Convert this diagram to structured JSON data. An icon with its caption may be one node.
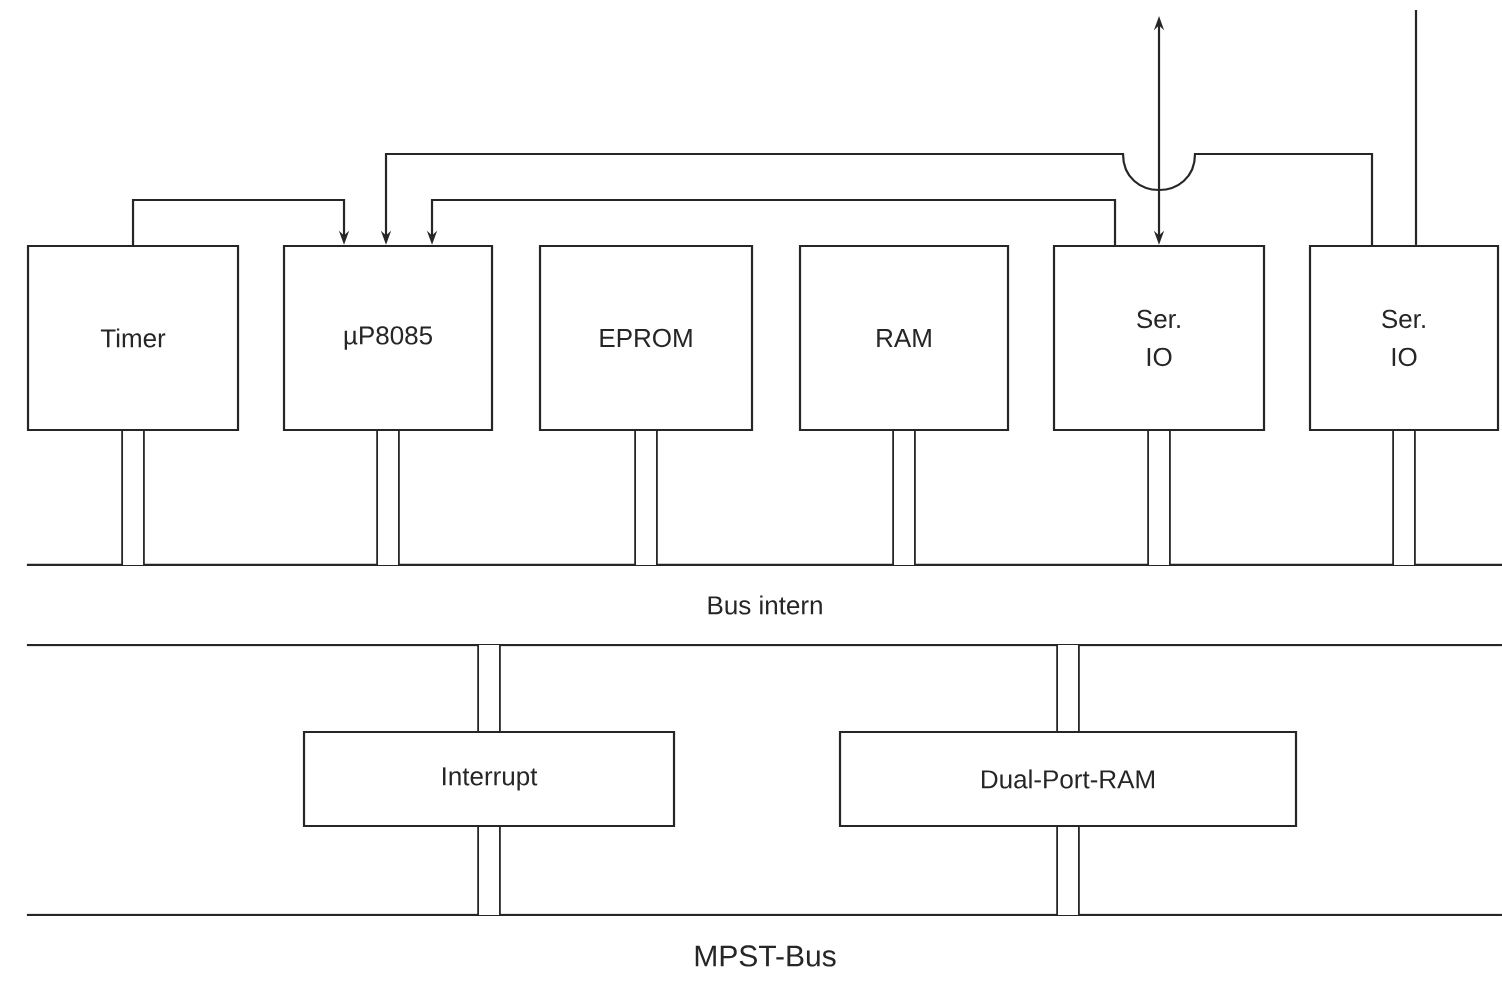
{
  "diagram": {
    "nodes": [
      {
        "text": [
          "Timer"
        ]
      },
      {
        "text": [
          "µP8085"
        ]
      },
      {
        "text": [
          "EPROM"
        ]
      },
      {
        "text": [
          "RAM"
        ]
      },
      {
        "text": [
          "Ser. IO"
        ]
      },
      {
        "text": [
          "Ser. IO"
        ]
      },
      {
        "text": [
          "Interrupt"
        ]
      },
      {
        "text": [
          "Dual-Port-RAM"
        ]
      },
      {
        "text": [
          "Bus intern"
        ]
      },
      {
        "text": [
          "MPST-Bus"
        ]
      }
    ],
    "edges": [
      {
        "from": 0,
        "to": 1,
        "arrow": "to"
      },
      {
        "from": 5,
        "to": 1,
        "arrow": "to"
      },
      {
        "from": 4,
        "to": 1,
        "arrow": "to"
      },
      {
        "from": null,
        "to": 4,
        "arrow": "both"
      },
      {
        "from": 5,
        "to": null,
        "arrow": "none"
      },
      {
        "from": 0,
        "to": 8,
        "arrow": "none"
      },
      {
        "from": 1,
        "to": 8,
        "arrow": "none"
      },
      {
        "from": 2,
        "to": 8,
        "arrow": "none"
      },
      {
        "from": 3,
        "to": 8,
        "arrow": "none"
      },
      {
        "from": 4,
        "to": 8,
        "arrow": "none"
      },
      {
        "from": 5,
        "to": 8,
        "arrow": "none"
      },
      {
        "from": 8,
        "to": 6,
        "arrow": "none"
      },
      {
        "from": 8,
        "to": 7,
        "arrow": "none"
      },
      {
        "from": 6,
        "to": 9,
        "arrow": "none"
      },
      {
        "from": 7,
        "to": 9,
        "arrow": "none"
      }
    ]
  }
}
